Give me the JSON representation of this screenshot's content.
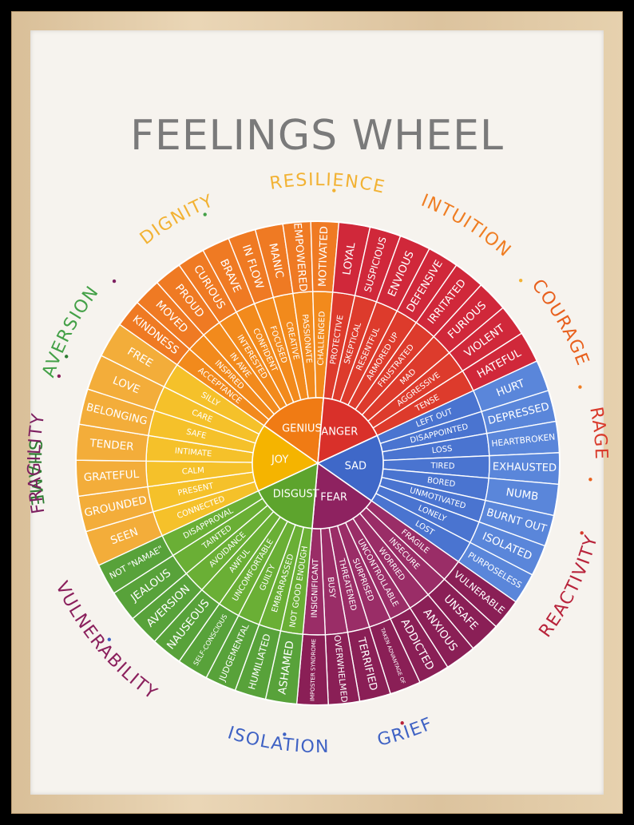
{
  "title": "FEELINGS WHEEL",
  "outer_words": [
    {
      "text": "SHAME",
      "color": "#2e7d32"
    },
    {
      "text": "AVERSION",
      "color": "#43a047"
    },
    {
      "text": "DIGNITY",
      "color": "#f2b233"
    },
    {
      "text": "RESILIENCE",
      "color": "#f2b233"
    },
    {
      "text": "INTUITION",
      "color": "#ef7d22"
    },
    {
      "text": "COURAGE",
      "color": "#e8601d"
    },
    {
      "text": "RAGE",
      "color": "#d93a2b"
    },
    {
      "text": "REACTIVITY",
      "color": "#b8233a"
    },
    {
      "text": "GRIEF",
      "color": "#3f62c4"
    },
    {
      "text": "ISOLATION",
      "color": "#3f62c4"
    },
    {
      "text": "VULNERABILITY",
      "color": "#8a1f5c"
    },
    {
      "text": "FRAGILITY",
      "color": "#7d2060"
    }
  ],
  "core": [
    {
      "name": "JOY",
      "color": "#f5b400"
    },
    {
      "name": "GENIUS",
      "color": "#f07b14"
    },
    {
      "name": "ANGER",
      "color": "#d9302a"
    },
    {
      "name": "SAD",
      "color": "#3f68c8"
    },
    {
      "name": "FEAR",
      "color": "#8e2260"
    },
    {
      "name": "DISGUST",
      "color": "#5da42d"
    }
  ],
  "sectors": [
    {
      "color_inner": "#f5c12a",
      "color_outer": "#f3ad3a",
      "items": [
        {
          "mid": "CONNECTED",
          "outer": "SEEN"
        },
        {
          "mid": "PRESENT",
          "outer": "GROUNDED"
        },
        {
          "mid": "CALM",
          "outer": "GRATEFUL"
        },
        {
          "mid": "INTIMATE",
          "outer": "TENDER"
        },
        {
          "mid": "SAFE",
          "outer": "BELONGING"
        },
        {
          "mid": "CARE",
          "outer": "LOVE"
        },
        {
          "mid": "SILLY",
          "outer": "FREE"
        }
      ]
    },
    {
      "color_inner": "#f28a1c",
      "color_outer": "#ef7a23",
      "items": [
        {
          "mid": "ACCEPTANCE",
          "outer": "KINDNESS"
        },
        {
          "mid": "INSPIRED",
          "outer": "MOVED"
        },
        {
          "mid": "IN AWE",
          "outer": "PROUD"
        },
        {
          "mid": "INTERESTED",
          "outer": "CURIOUS"
        },
        {
          "mid": "CONFIDENT",
          "outer": "BRAVE"
        },
        {
          "mid": "FOCUSED",
          "outer": "IN FLOW"
        },
        {
          "mid": "CREATIVE",
          "outer": "MANIC"
        },
        {
          "mid": "PASSIONATE",
          "outer": "EMPOWERED"
        },
        {
          "mid": "CHALLENGED",
          "outer": "MOTIVATED"
        }
      ]
    },
    {
      "color_inner": "#dd3b2c",
      "color_outer": "#d0283a",
      "items": [
        {
          "mid": "PROTECTIVE",
          "outer": "LOYAL"
        },
        {
          "mid": "SKEPTICAL",
          "outer": "SUSPICIOUS"
        },
        {
          "mid": "RESENTFUL",
          "outer": "ENVIOUS"
        },
        {
          "mid": "ARMORED UP",
          "outer": "DEFENSIVE"
        },
        {
          "mid": "FRUSTRATED",
          "outer": "IRRITATED"
        },
        {
          "mid": "MAD",
          "outer": "FURIOUS"
        },
        {
          "mid": "AGGRESSIVE",
          "outer": "VIOLENT"
        },
        {
          "mid": "TENSE",
          "outer": "HATEFUL"
        }
      ]
    },
    {
      "color_inner": "#4a74d0",
      "color_outer": "#5a86da",
      "items": [
        {
          "mid": "LEFT OUT",
          "outer": "HURT"
        },
        {
          "mid": "DISAPPOINTED",
          "outer": "DEPRESSED"
        },
        {
          "mid": "LOSS",
          "outer": "HEARTBROKEN"
        },
        {
          "mid": "TIRED",
          "outer": "EXHAUSTED"
        },
        {
          "mid": "BORED",
          "outer": "NUMB"
        },
        {
          "mid": "UNMOTIVATED",
          "outer": "BURNT OUT"
        },
        {
          "mid": "LONELY",
          "outer": "ISOLATED"
        },
        {
          "mid": "LOST",
          "outer": "PURPOSELESS"
        }
      ]
    },
    {
      "color_inner": "#9a2d67",
      "color_outer": "#8a1f56",
      "items": [
        {
          "mid": "FRAGILE",
          "outer": "VULNERABLE"
        },
        {
          "mid": "INSECURE",
          "outer": "UNSAFE"
        },
        {
          "mid": "WORRIED",
          "outer": "ANXIOUS"
        },
        {
          "mid": "UNCONTROLLABLE",
          "outer": "ADDICTED"
        },
        {
          "mid": "SURPRISED",
          "outer": "TAKEN ADVANTAGE OF"
        },
        {
          "mid": "THREATENED",
          "outer": "TERRIFIED"
        },
        {
          "mid": "BUSY",
          "outer": "OVERWHELMED"
        },
        {
          "mid": "INSIGNIFICANT",
          "outer": "IMPOSTER SYNDROME"
        }
      ]
    },
    {
      "color_inner": "#6aaf35",
      "color_outer": "#58a23a",
      "items": [
        {
          "mid": "NOT GOOD ENOUGH",
          "outer": "ASHAMED"
        },
        {
          "mid": "EMBARRASSED",
          "outer": "HUMILIATED"
        },
        {
          "mid": "GUILTY",
          "outer": "JUDGEMENTAL"
        },
        {
          "mid": "UNCOMFORTABLE",
          "outer": "SELF-CONSCIOUS"
        },
        {
          "mid": "AWFUL",
          "outer": "NAUSEOUS"
        },
        {
          "mid": "AVOIDANCE",
          "outer": "AVERSION"
        },
        {
          "mid": "TAINTED",
          "outer": "JEALOUS"
        },
        {
          "mid": "DISAPPROVAL",
          "outer": "NOT \"NAMAE\""
        }
      ]
    }
  ]
}
